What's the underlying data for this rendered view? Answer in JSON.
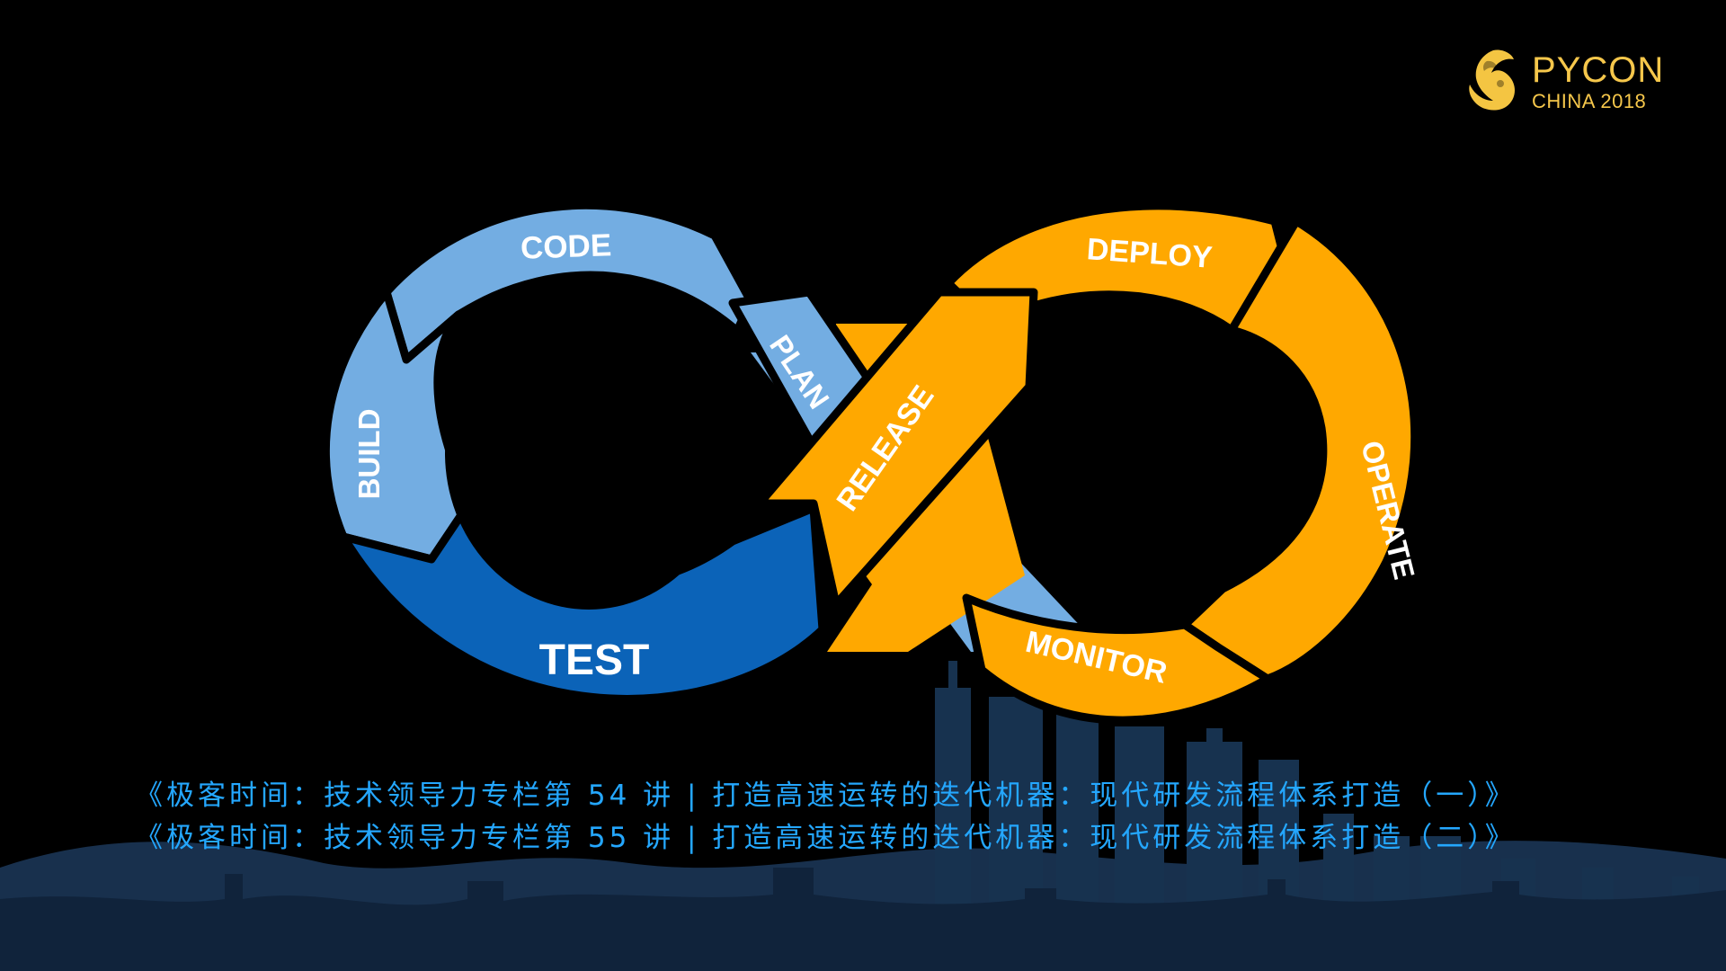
{
  "logo": {
    "title": "PYCON",
    "subtitle": "CHINA 2018"
  },
  "devops": {
    "labels": {
      "code": "CODE",
      "build": "BUILD",
      "test": "TEST",
      "plan": "PLAN",
      "release": "RELEASE",
      "deploy": "DEPLOY",
      "operate": "OPERATE",
      "monitor": "MONITOR"
    },
    "colors": {
      "light_blue": "#73ade2",
      "dark_blue": "#0b63b8",
      "orange": "#ffa800",
      "black": "#000000",
      "skyline": "#18304d",
      "skyline_dark": "#10233b"
    }
  },
  "captions": [
    "《极客时间：技术领导力专栏第 54 讲 | 打造高速运转的迭代机器：现代研发流程体系打造（一）》",
    "《极客时间：技术领导力专栏第 55 讲 | 打造高速运转的迭代机器：现代研发流程体系打造（二）》"
  ]
}
